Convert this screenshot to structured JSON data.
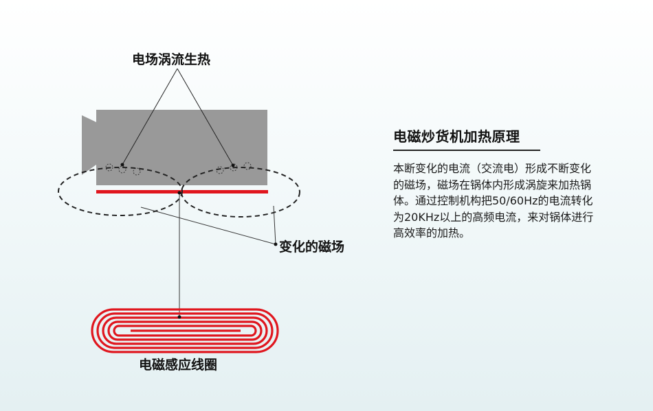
{
  "diagram": {
    "labels": {
      "eddy_heat": "电场涡流生热",
      "changing_field": "变化的磁场",
      "coil": "电磁感应线圈"
    }
  },
  "panel": {
    "title": "电磁炒货机加热原理",
    "body": "本断变化的电流（交流电）形成不断变化的磁场，磁场在锅体内形成涡旋来加热锅体。通过控制机构把50/60Hz的电流转化为20KHz以上的高频电流，来对锅体进行高效率的加热。"
  },
  "colors": {
    "pot": "#999999",
    "heating_plate": "#e0161e",
    "coil": "#e0161e"
  }
}
